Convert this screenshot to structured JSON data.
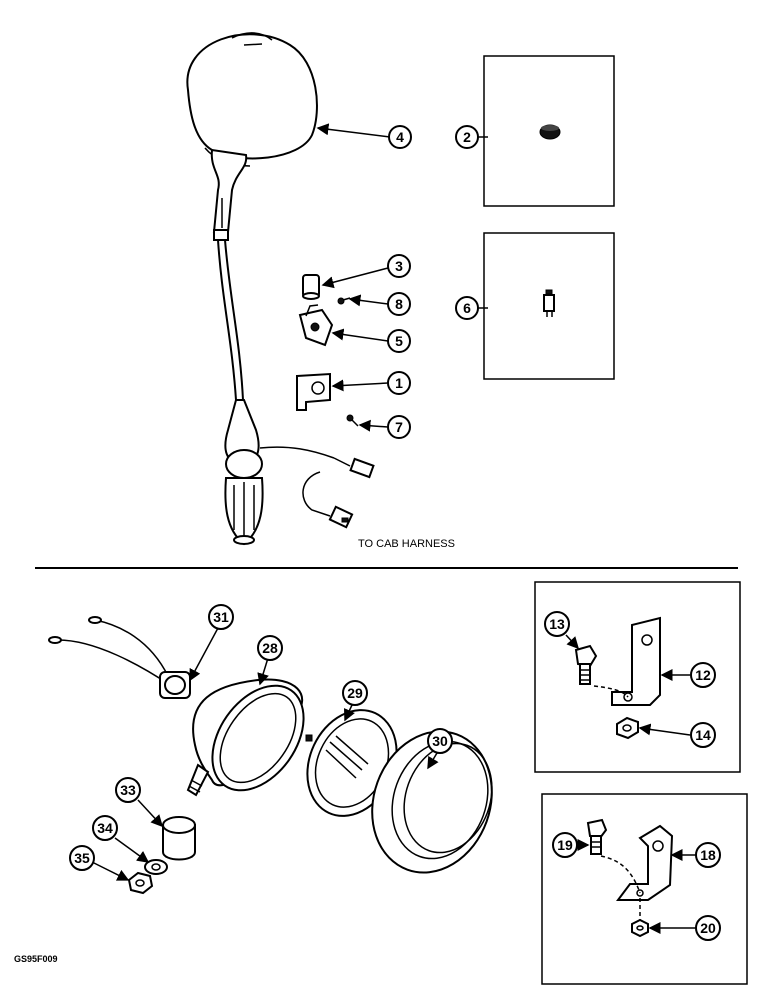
{
  "diagram": {
    "caption": "TO CAB HARNESS",
    "figure_code": "GS95F009",
    "callouts": {
      "c1": "1",
      "c2": "2",
      "c3": "3",
      "c4": "4",
      "c5": "5",
      "c6": "6",
      "c7": "7",
      "c8": "8",
      "c12": "12",
      "c13": "13",
      "c14": "14",
      "c18": "18",
      "c19": "19",
      "c20": "20",
      "c28": "28",
      "c29": "29",
      "c30": "30",
      "c31": "31",
      "c33": "33",
      "c34": "34",
      "c35": "35"
    }
  }
}
